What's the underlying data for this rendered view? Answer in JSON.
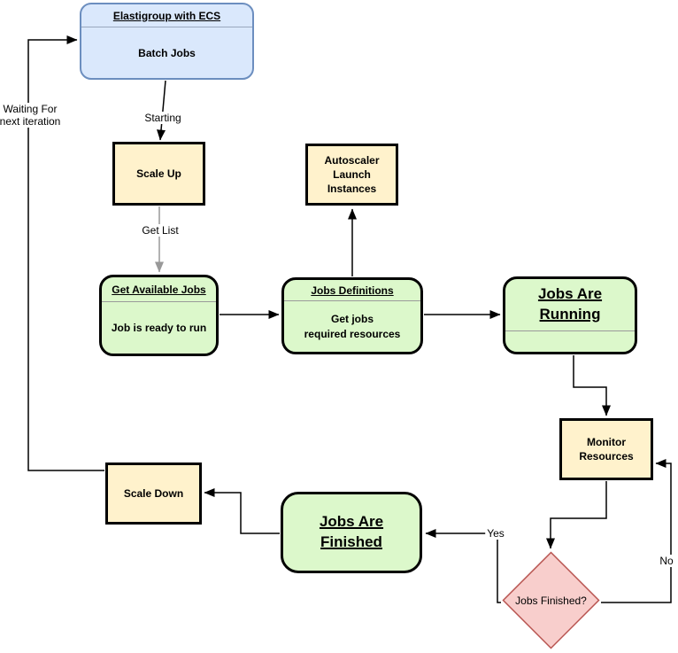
{
  "nodes": {
    "elastigroup": {
      "title": "Elastigroup with ECS",
      "body": "Batch Jobs"
    },
    "scale_up": {
      "label": "Scale Up"
    },
    "autoscaler": {
      "line1": "Autoscaler",
      "line2": "Launch",
      "line3": "Instances"
    },
    "get_available_jobs": {
      "title": "Get Available Jobs",
      "body": "Job is ready to run"
    },
    "jobs_definitions": {
      "title": "Jobs Definitions",
      "body_line1": "Get jobs",
      "body_line2": "required resources"
    },
    "jobs_are_running": {
      "title_line1": "Jobs Are",
      "title_line2": "Running"
    },
    "monitor_resources": {
      "line1": "Monitor",
      "line2": "Resources"
    },
    "jobs_finished_decision": {
      "label": "Jobs Finished?"
    },
    "jobs_are_finished": {
      "title_line1": "Jobs Are",
      "title_line2": "Finished"
    },
    "scale_down": {
      "label": "Scale Down"
    }
  },
  "edge_labels": {
    "starting": "Starting",
    "get_list": "Get List",
    "waiting_for_line1": "Waiting For",
    "waiting_for_line2": "next iteration",
    "yes": "Yes",
    "no": "No"
  },
  "colors": {
    "process_fill": "#fff2cc",
    "process_border": "#000000",
    "state_fill": "#dcf8cb",
    "state_border": "#000000",
    "start_fill": "#dae8fc",
    "start_border": "#6c8ebf",
    "decision_fill": "#f8cecc",
    "decision_border": "#b85450",
    "edge_black": "#000000",
    "edge_gray": "#999999"
  }
}
